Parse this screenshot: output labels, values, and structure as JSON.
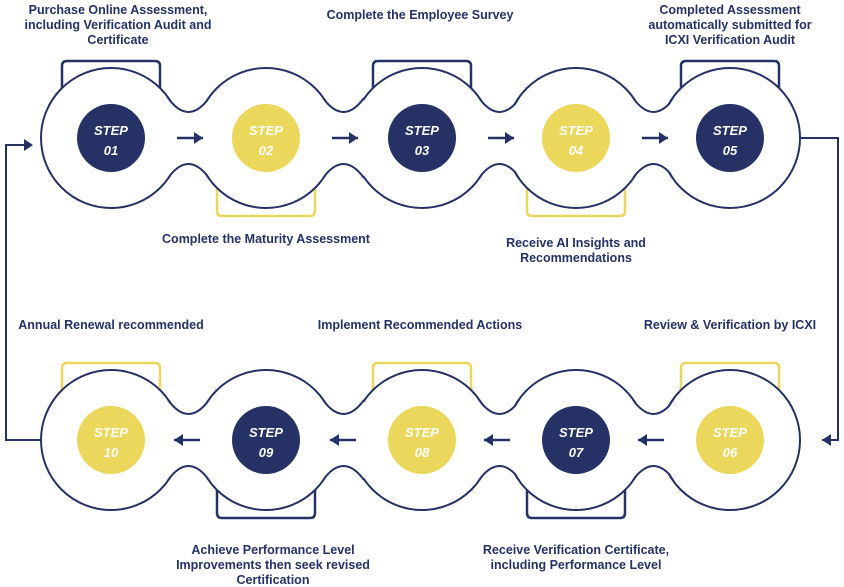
{
  "colors": {
    "navy": "#263165",
    "yellow": "#ebd75b"
  },
  "steps": [
    {
      "word": "STEP",
      "num": "01",
      "fill": "navy",
      "label": "Purchase Online Assessment, including Verification Audit and Certificate"
    },
    {
      "word": "STEP",
      "num": "02",
      "fill": "yellow",
      "label": "Complete the Maturity Assessment"
    },
    {
      "word": "STEP",
      "num": "03",
      "fill": "navy",
      "label": "Complete the Employee Survey"
    },
    {
      "word": "STEP",
      "num": "04",
      "fill": "yellow",
      "label": "Receive AI Insights and Recommendations"
    },
    {
      "word": "STEP",
      "num": "05",
      "fill": "navy",
      "label": "Completed Assessment automatically submitted for ICXI Verification Audit"
    },
    {
      "word": "STEP",
      "num": "06",
      "fill": "yellow",
      "label": "Review & Verification by ICXI"
    },
    {
      "word": "STEP",
      "num": "07",
      "fill": "navy",
      "label": "Receive Verification Certificate, including Performance Level"
    },
    {
      "word": "STEP",
      "num": "08",
      "fill": "yellow",
      "label": "Implement Recommended Actions"
    },
    {
      "word": "STEP",
      "num": "09",
      "fill": "navy",
      "label": "Achieve Performance Level Improvements then seek revised Certification"
    },
    {
      "word": "STEP",
      "num": "10",
      "fill": "yellow",
      "label": "Annual Renewal recommended"
    }
  ]
}
